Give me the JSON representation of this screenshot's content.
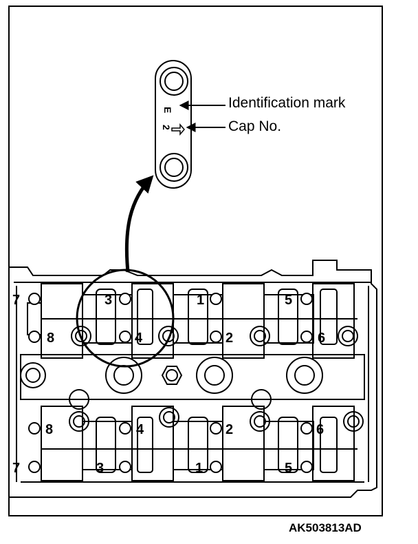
{
  "labels": {
    "identification_mark": "Identification mark",
    "cap_no": "Cap No.",
    "figure_code": "AK503813AD"
  },
  "cap_marks": {
    "identification": "E",
    "cap_number": "2"
  },
  "sequence_numbers": {
    "top_row": [
      "7",
      "3",
      "1",
      "5"
    ],
    "upper_middle_row": [
      "8",
      "4",
      "2",
      "6"
    ],
    "lower_middle_row": [
      "8",
      "4",
      "2",
      "6"
    ],
    "bottom_row": [
      "7",
      "3",
      "1",
      "5"
    ]
  },
  "colors": {
    "line": "#000000",
    "background": "#ffffff"
  }
}
